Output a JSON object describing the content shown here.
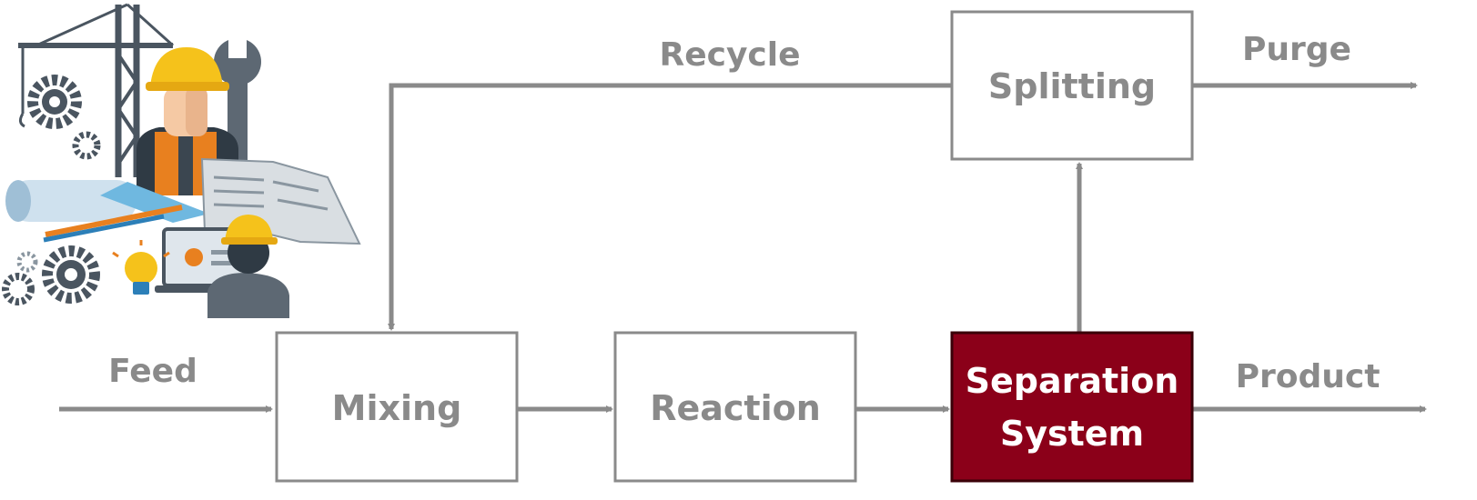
{
  "diagram": {
    "nodes": {
      "mixing": "Mixing",
      "reaction": "Reaction",
      "separation_line1": "Separation",
      "separation_line2": "System",
      "splitting": "Splitting"
    },
    "flows": {
      "feed": "Feed",
      "recycle": "Recycle",
      "purge": "Purge",
      "product": "Product"
    }
  },
  "colors": {
    "line": "#8a8a8a",
    "box_border": "#8a8a8a",
    "separation_fill": "#8b0019",
    "text": "#8a8a8a"
  },
  "icons": [
    "engineer-illustration-icon",
    "crane-icon",
    "gear-icon",
    "wrench-icon",
    "blueprint-icon",
    "laptop-icon",
    "lightbulb-icon",
    "hard-hat-icon"
  ]
}
